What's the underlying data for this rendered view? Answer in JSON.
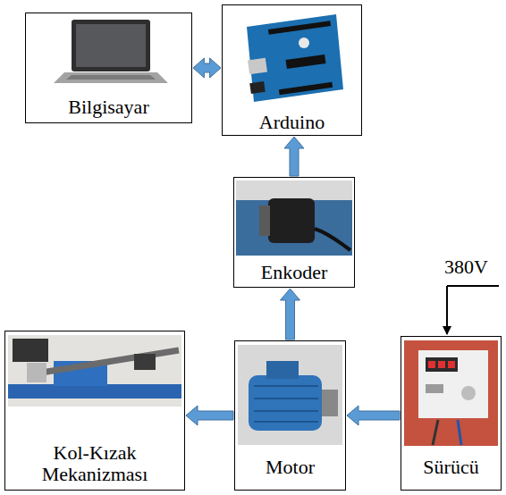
{
  "diagram": {
    "nodes": [
      {
        "text": [
          "Bilgisayar"
        ]
      },
      {
        "text": [
          "Arduino"
        ]
      },
      {
        "text": [
          "Enkoder"
        ]
      },
      {
        "text": [
          "Kol-Kızak Mekanizması"
        ]
      },
      {
        "text": [
          "Motor"
        ]
      },
      {
        "text": [
          "Sürücü"
        ]
      }
    ],
    "edges": [
      {
        "from": 0,
        "to": 1,
        "arrow": "both"
      },
      {
        "from": 2,
        "to": 1,
        "arrow": "to"
      },
      {
        "from": 4,
        "to": 2,
        "arrow": "to"
      },
      {
        "from": 5,
        "to": 4,
        "arrow": "to"
      },
      {
        "from": 4,
        "to": 3,
        "arrow": "to"
      }
    ],
    "labels": [
      "380V"
    ]
  }
}
